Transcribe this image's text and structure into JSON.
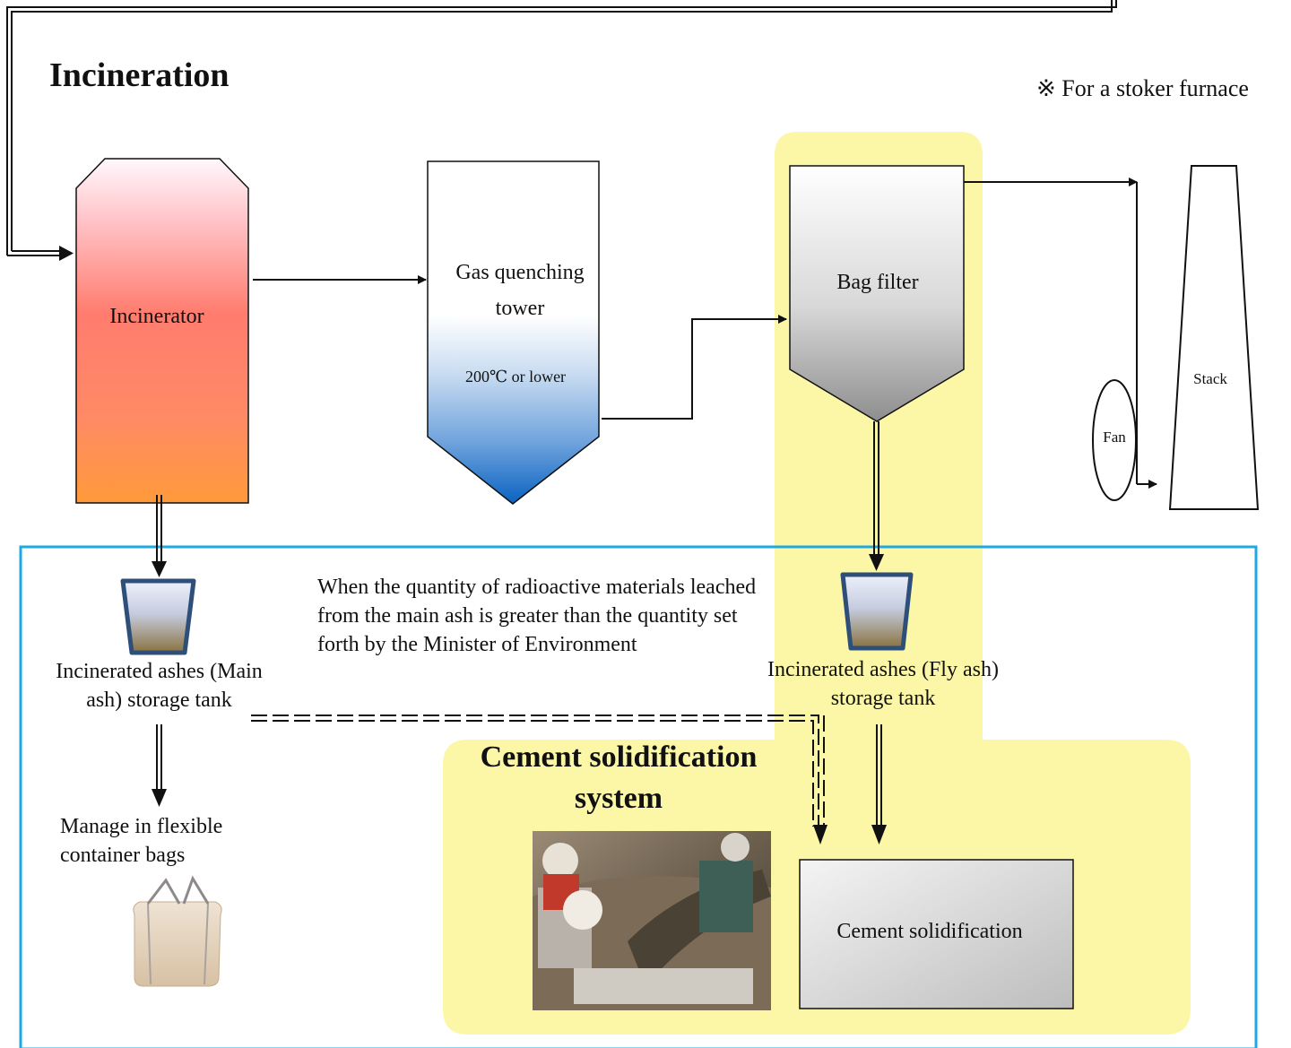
{
  "title": "Incineration",
  "note": "※ For a stoker furnace",
  "components": {
    "incinerator": "Incinerator",
    "gas_quenching_tower": "Gas quenching tower",
    "temperature": "200℃ or lower",
    "bag_filter": "Bag filter",
    "fan": "Fan",
    "stack": "Stack",
    "main_ash_tank": "Incinerated ashes (Main ash) storage tank",
    "fly_ash_tank": "Incinerated ashes (Fly ash) storage tank",
    "manage_bags": "Manage in flexible container bags",
    "cement_system": "Cement solidification system",
    "cement_box": "Cement solidification"
  },
  "condition_note": "When the quantity of radioactive materials leached from the main ash is greater than the quantity set forth by the Minister of Environment",
  "colors": {
    "highlight": "#fbf7a6",
    "border_blue": "#1ea9e0",
    "incinerator_top": "#fff6fb",
    "incinerator_mid": "#ff7a6c",
    "incinerator_bottom": "#ff9440",
    "tower_water": "#0a67c6",
    "filter_gray": "#9a9a9a"
  }
}
